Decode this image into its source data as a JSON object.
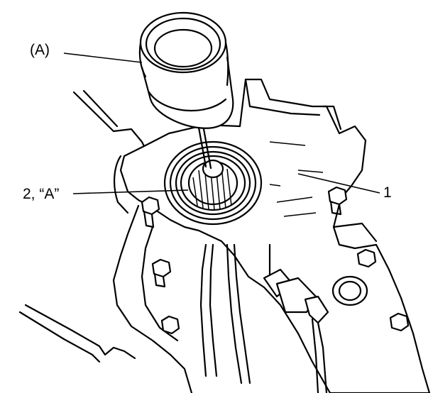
{
  "labels": {
    "tool": "(A)",
    "oil_seal": "2, “A”",
    "housing": "1"
  }
}
